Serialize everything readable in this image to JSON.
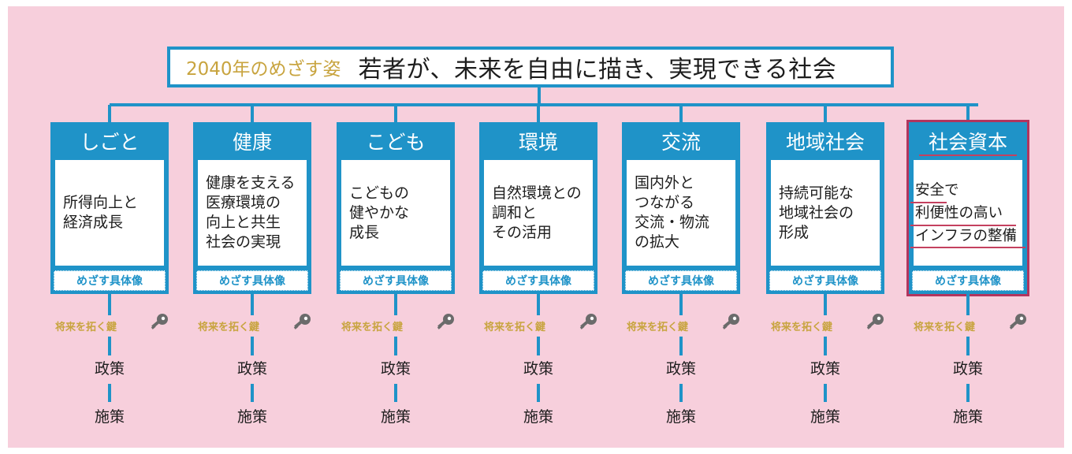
{
  "title": {
    "label": "2040年のめざす姿",
    "main": "若者が、未来を自由に描き、実現できる社会"
  },
  "colors": {
    "background": "#f7cfdc",
    "accent": "#1f93c8",
    "gold": "#c8a43f",
    "highlight": "#b2355e"
  },
  "categories": [
    {
      "title": "しごと",
      "body": "所得向上と\n経済成長",
      "footer": "めざす具体像",
      "key_label": "将来を拓く鍵",
      "key_icon": "key-icon",
      "policy": "政策",
      "measure": "施策"
    },
    {
      "title": "健康",
      "body": "健康を支える\n医療環境の\n向上と共生\n社会の実現",
      "footer": "めざす具体像",
      "key_label": "将来を拓く鍵",
      "key_icon": "key-icon",
      "policy": "政策",
      "measure": "施策"
    },
    {
      "title": "こども",
      "body": "こどもの\n健やかな\n成長",
      "footer": "めざす具体像",
      "key_label": "将来を拓く鍵",
      "key_icon": "key-icon",
      "policy": "政策",
      "measure": "施策"
    },
    {
      "title": "環境",
      "body": "自然環境との\n調和と\nその活用",
      "footer": "めざす具体像",
      "key_label": "将来を拓く鍵",
      "key_icon": "key-icon",
      "policy": "政策",
      "measure": "施策"
    },
    {
      "title": "交流",
      "body": "国内外と\nつながる\n交流・物流\nの拡大",
      "footer": "めざす具体像",
      "key_label": "将来を拓く鍵",
      "key_icon": "key-icon",
      "policy": "政策",
      "measure": "施策"
    },
    {
      "title": "地域社会",
      "body": "持続可能な\n地域社会の\n形成",
      "footer": "めざす具体像",
      "key_label": "将来を拓く鍵",
      "key_icon": "key-icon",
      "policy": "政策",
      "measure": "施策"
    },
    {
      "title": "社会資本",
      "body": "安全で\n利便性の高い\nインフラの整備",
      "footer": "めざす具体像",
      "key_label": "将来を拓く鍵",
      "key_icon": "key-icon",
      "policy": "政策",
      "measure": "施策",
      "highlighted": true
    }
  ]
}
